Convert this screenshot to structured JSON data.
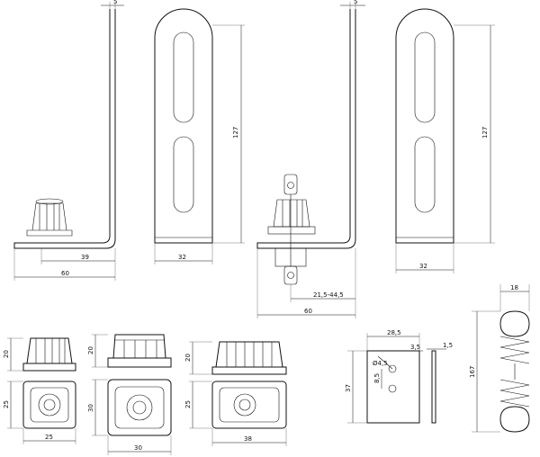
{
  "dimensions": {
    "bracket_a_thickness": "5",
    "bracket_a_height": "127",
    "bracket_a_inner_offset": "39",
    "bracket_a_base_length": "60",
    "plate_a_width": "32",
    "bracket_b_thickness": "5",
    "bracket_b_adjust_range": "21,5-44,5",
    "bracket_b_base_length": "60",
    "plate_b_height": "127",
    "plate_b_width": "32",
    "foot_small_height": "20",
    "foot_small_side": "25",
    "foot_small_width": "25",
    "foot_medium_height": "20",
    "foot_medium_side": "30",
    "foot_medium_width": "30",
    "foot_large_height": "20",
    "foot_large_side": "25",
    "foot_large_width": "38",
    "clip_width": "28,5",
    "clip_hole_offset": "3,5",
    "clip_thickness": "1,5",
    "clip_hole_diameter": "Ø4,5",
    "clip_hole_spacing": "8,5",
    "clip_height": "37",
    "spring_width": "18",
    "spring_length": "167"
  },
  "colors": {
    "line": "#111111",
    "background": "#ffffff"
  }
}
